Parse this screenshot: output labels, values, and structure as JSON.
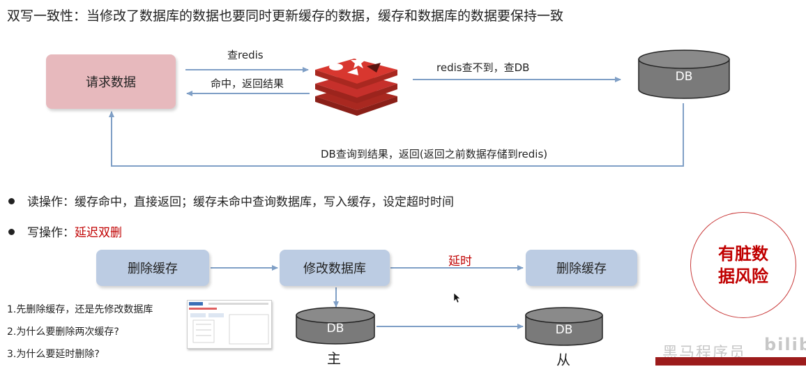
{
  "title": "双写一致性：当修改了数据库的数据也要同时更新缓存的数据，缓存和数据库的数据要保持一致",
  "top_flow": {
    "request_box": "请求数据",
    "arrow_query_redis": "查redis",
    "arrow_hit_return": "命中，返回结果",
    "arrow_miss_query_db": "redis查不到，查DB",
    "db_label": "DB",
    "arrow_db_back": "DB查询到结果，返回(返回之前数据存储到redis)"
  },
  "bullets": {
    "read_prefix": "读操作：缓存命中，直接返回；缓存未命中查询数据库，写入缓存，设定超时时间",
    "write_prefix": "写操作：",
    "write_highlight": "延迟双删"
  },
  "bottom_flow": {
    "delete_cache_1": "删除缓存",
    "modify_db": "修改数据库",
    "delay_label": "延时",
    "delete_cache_2": "删除缓存",
    "db_master": "DB",
    "db_slave": "DB",
    "master_caption": "主",
    "slave_caption": "从"
  },
  "questions": [
    "1.先删除缓存，还是先修改数据库",
    "2.为什么要删除两次缓存?",
    "3.为什么要延时删除?"
  ],
  "dirty_risk": {
    "line1": "有脏数",
    "line2": "据风险"
  },
  "watermark": {
    "text": "黑马程序员",
    "site": "bilibili"
  },
  "colors": {
    "arrow": "#7f9fc6",
    "request_box": "#e7b9bd",
    "process_box": "#bccce3",
    "db": "#777777",
    "highlight": "#c00000",
    "redis": "#d4322c"
  }
}
